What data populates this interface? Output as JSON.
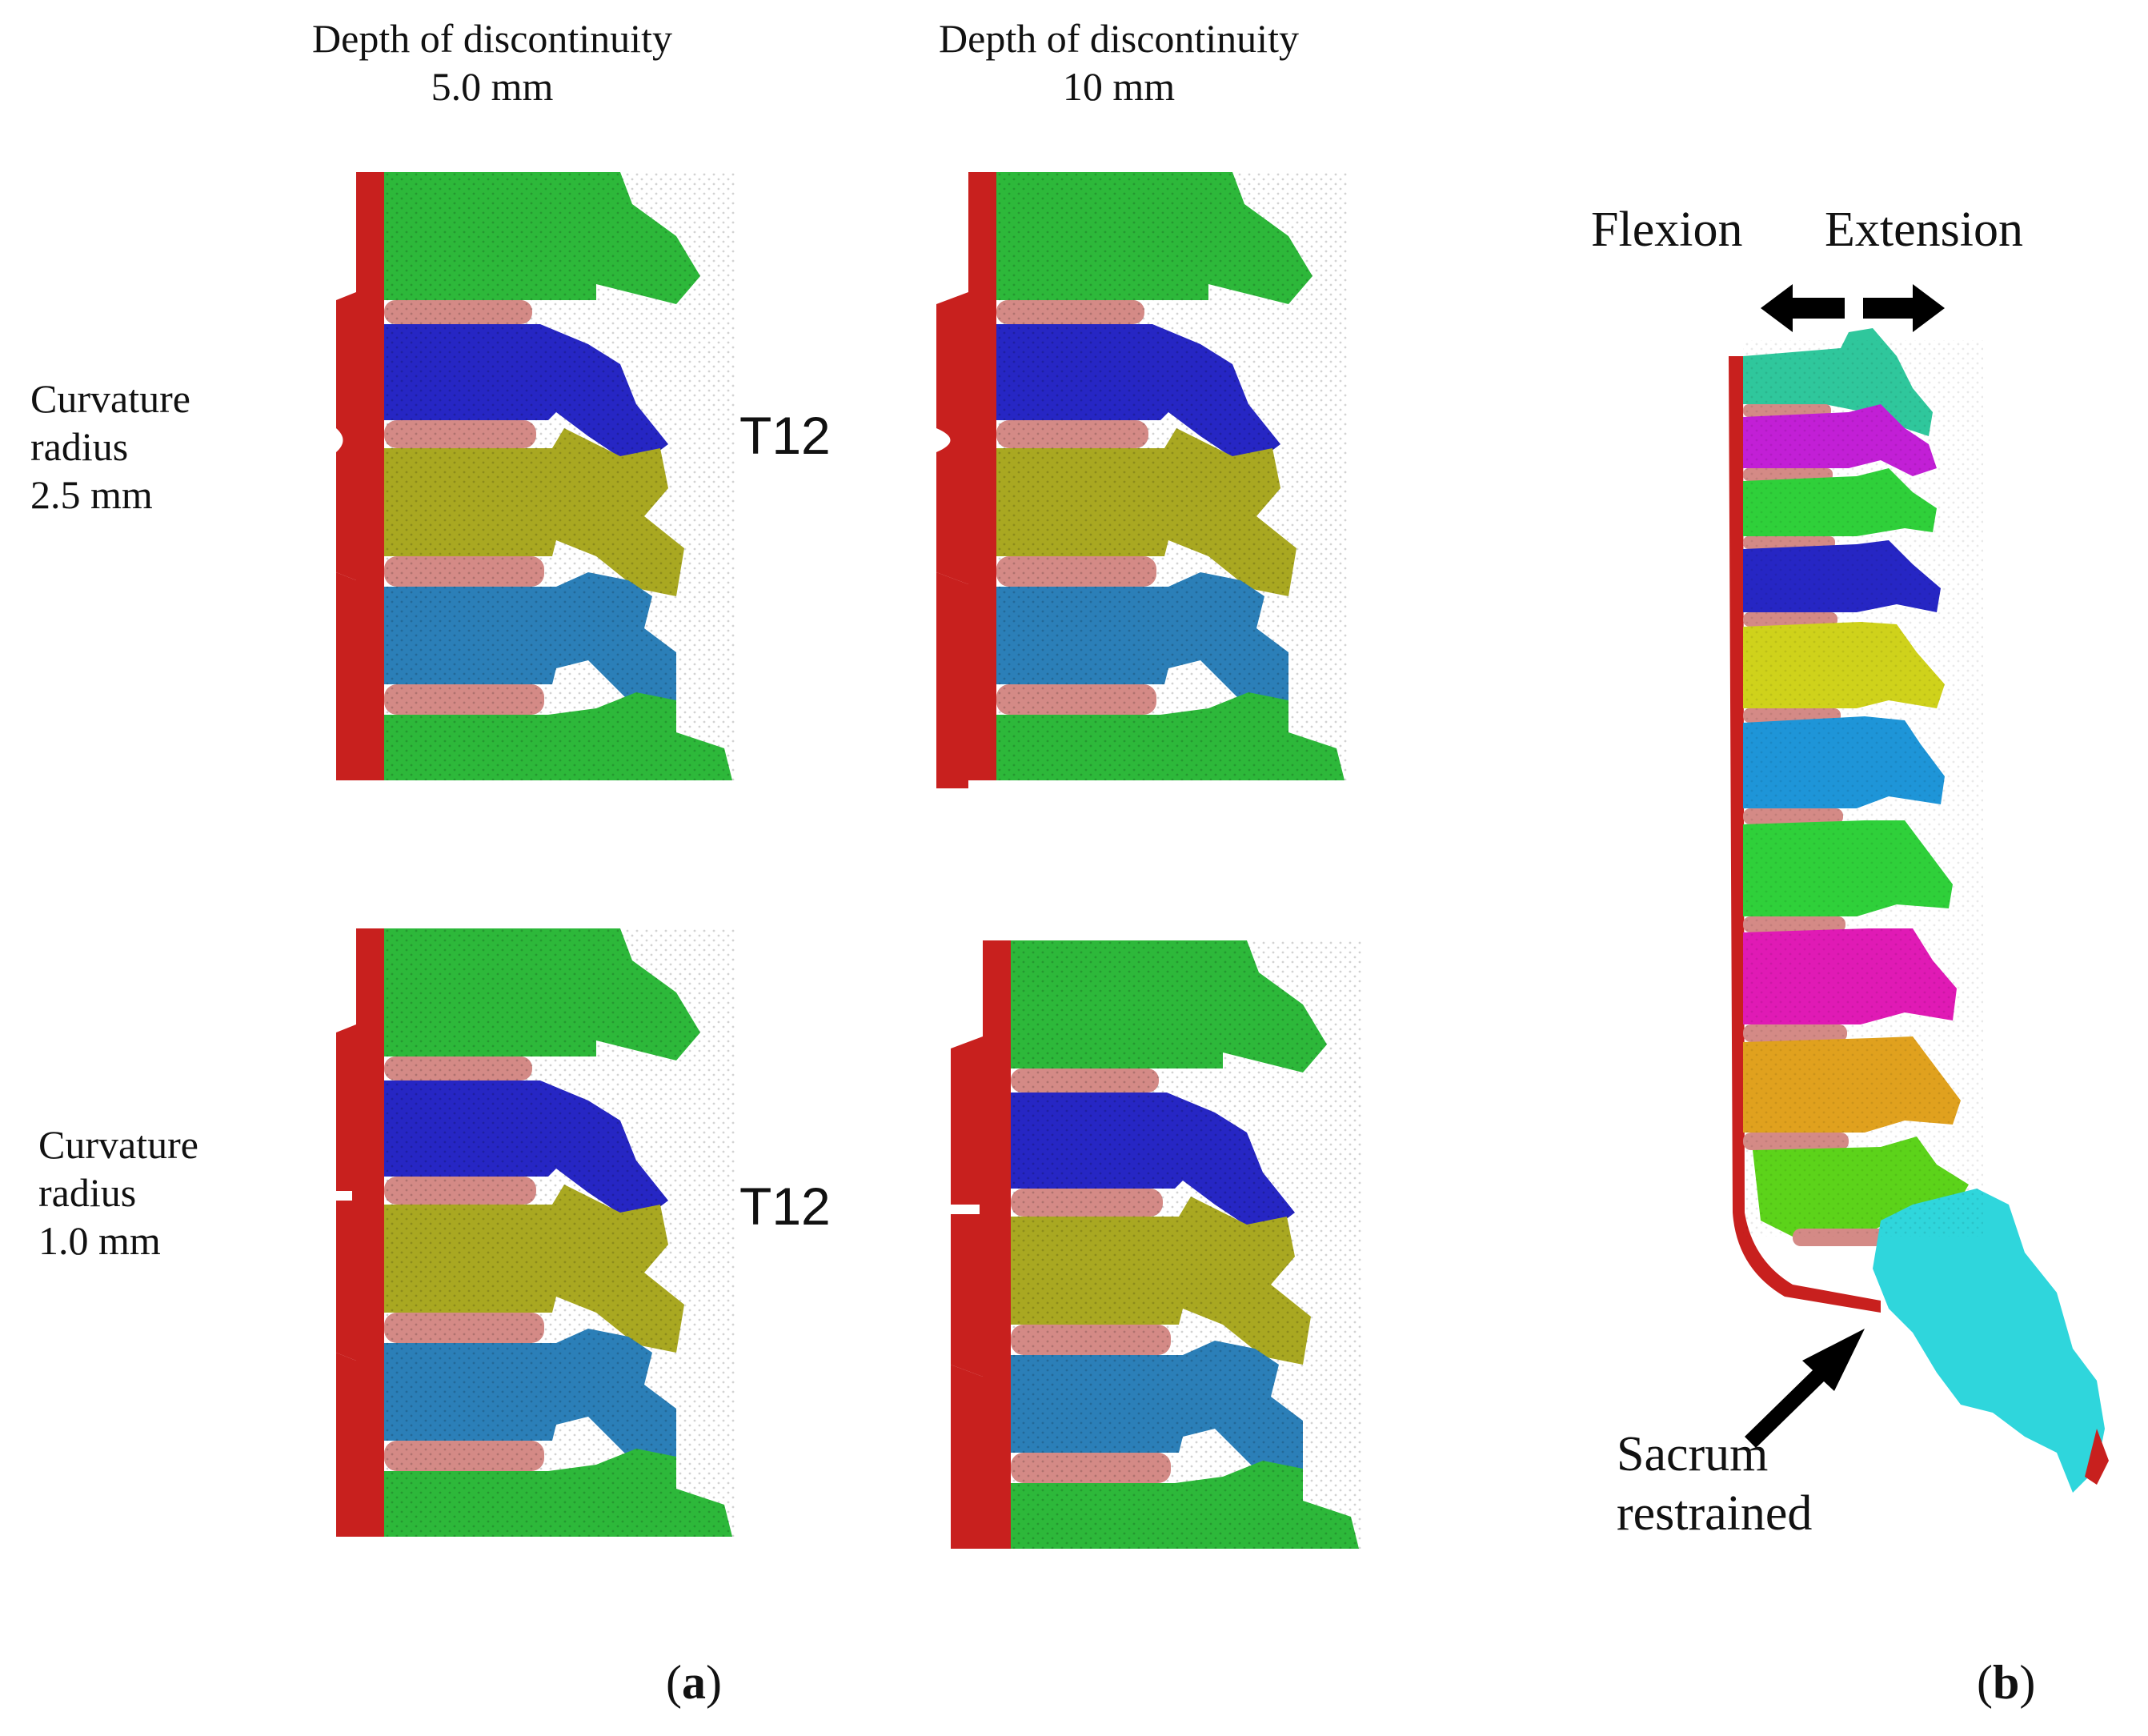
{
  "panel_a": {
    "column_headers": [
      {
        "line1": "Depth of discontinuity",
        "line2": "5.0 mm"
      },
      {
        "line1": "Depth of discontinuity",
        "line2": "10 mm"
      }
    ],
    "row_labels": [
      {
        "line1": "Curvature",
        "line2": "radius",
        "line3": "2.5 mm"
      },
      {
        "line1": "Curvature",
        "line2": "radius",
        "line3": "1.0 mm"
      }
    ],
    "vertebra_label": "T12",
    "label_open": "(",
    "label_letter": "a",
    "label_close": ")"
  },
  "panel_b": {
    "left_arrow_label": "Flexion",
    "right_arrow_label": "Extension",
    "annotation_line1": "Sacrum",
    "annotation_line2": "restrained",
    "label_open": "(",
    "label_letter": "b",
    "label_close": ")"
  },
  "colors": {
    "ligament": "#c8201e",
    "disc": "#d48a86",
    "green": "#2db83a",
    "blue": "#2626c4",
    "olive": "#a9a821",
    "steel": "#2b7fb8",
    "teal": "#2fc79c",
    "magenta": "#c21fd6",
    "bright_green": "#2fd03a",
    "yellow": "#cfd21b",
    "sky": "#1e95d8",
    "pink": "#e01ab5",
    "orange": "#e0a11e",
    "lime": "#5cd31a",
    "cyan": "#2fd6dc"
  }
}
